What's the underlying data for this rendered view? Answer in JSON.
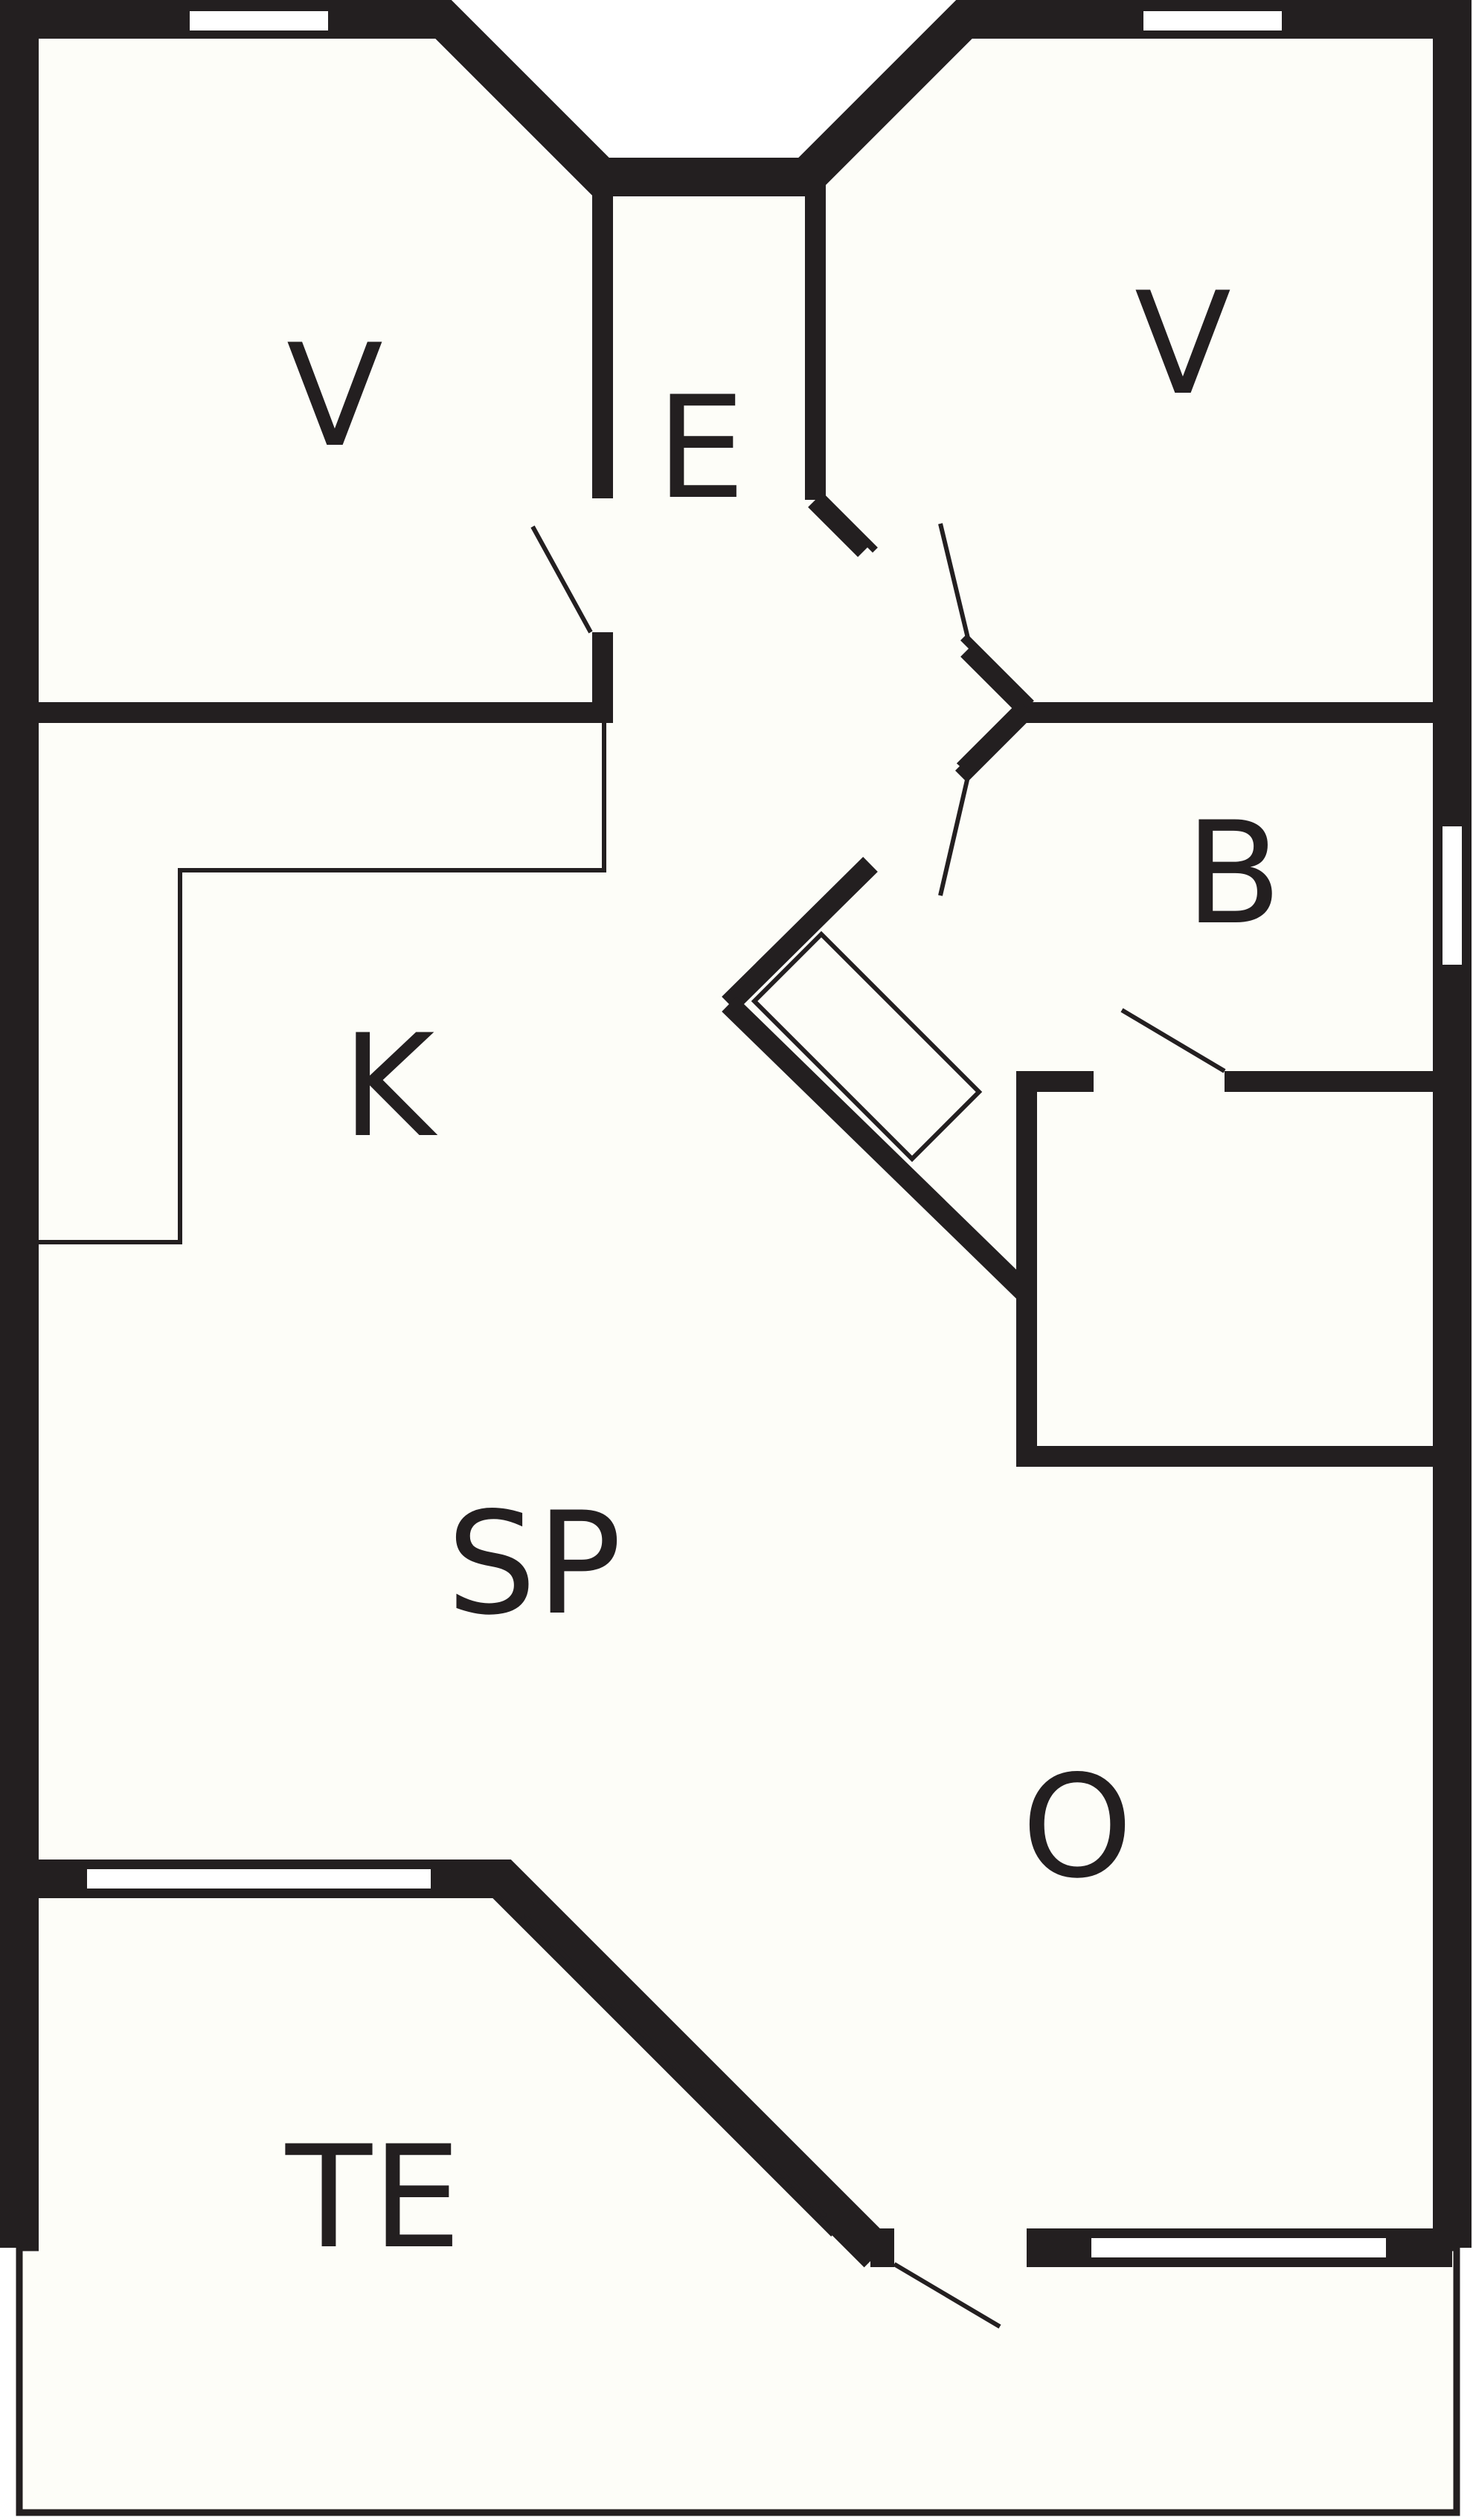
{
  "floorplan": {
    "colors": {
      "wall": "#231f20",
      "floor": "#fdfdf8",
      "window_glass": "#ffffff",
      "background": "#ffffff"
    },
    "rooms": {
      "bedroom_left": "V",
      "entrance": "E",
      "bedroom_right": "V",
      "bathroom": "B",
      "kitchen": "K",
      "dining": "SP",
      "living": "O",
      "terrace": "TE"
    }
  }
}
